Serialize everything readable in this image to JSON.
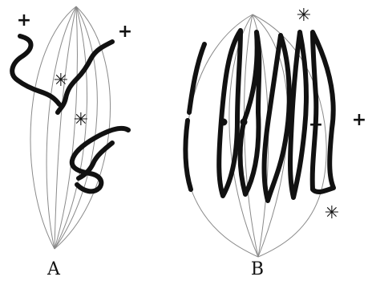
{
  "figure": {
    "panels": [
      {
        "id": "A",
        "label": "A"
      },
      {
        "id": "B",
        "label": "B"
      }
    ],
    "markers": {
      "plus": "+",
      "star": "✳"
    }
  },
  "colors": {
    "ink": "#111111",
    "spindle_line": "#8a8a8a",
    "background": "#ffffff"
  }
}
